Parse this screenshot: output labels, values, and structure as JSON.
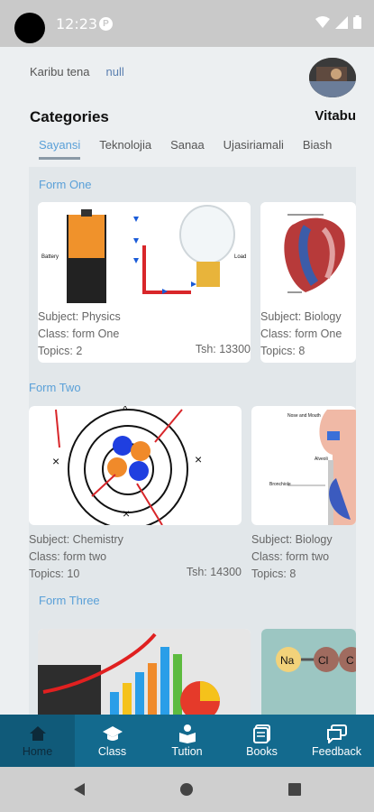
{
  "status": {
    "time": "12:23",
    "p_icon": "P"
  },
  "header": {
    "greeting": "Karibu tena",
    "username": "null",
    "categories_title": "Categories",
    "books_title": "Vitabu"
  },
  "tabs": [
    {
      "label": "Sayansi",
      "active": true
    },
    {
      "label": "Teknolojia"
    },
    {
      "label": "Sanaa"
    },
    {
      "label": "Ujasiriamali"
    },
    {
      "label": "Biash"
    }
  ],
  "sections": [
    {
      "label": "Form One"
    },
    {
      "label": "Form Two"
    },
    {
      "label": "Form Three"
    }
  ],
  "cards": {
    "physics": {
      "subject": "Subject: Physics",
      "class": "Class: form One",
      "topics": "Topics: 2",
      "price": "Tsh: 13300",
      "battery_label": "Battery",
      "load_label": "Load"
    },
    "biology1": {
      "subject": "Subject: Biology",
      "class": "Class: form One",
      "topics": "Topics: 8"
    },
    "chemistry": {
      "subject": "Subject: Chemistry",
      "class": "Class: form two",
      "topics": "Topics: 10",
      "price": "Tsh: 14300"
    },
    "biology2": {
      "subject": "Subject: Biology",
      "class": "Class: form two",
      "topics": "Topics: 8",
      "nose_label": "Nose and Mouth",
      "bronchiole_label": "Bronchiole",
      "alveoli_label": "Alveoli"
    },
    "chem3": {
      "na": "Na",
      "cl": "Cl",
      "c": "C"
    }
  },
  "nav": [
    {
      "label": "Home",
      "icon": "home-icon",
      "active": true
    },
    {
      "label": "Class",
      "icon": "graduation-cap-icon"
    },
    {
      "label": "Tution",
      "icon": "reading-person-icon"
    },
    {
      "label": "Books",
      "icon": "books-icon"
    },
    {
      "label": "Feedback",
      "icon": "feedback-icon"
    }
  ],
  "colors": {
    "accent": "#5aa0d8",
    "nav_bg": "#136a8e",
    "status_bg": "#c9c9c9"
  }
}
